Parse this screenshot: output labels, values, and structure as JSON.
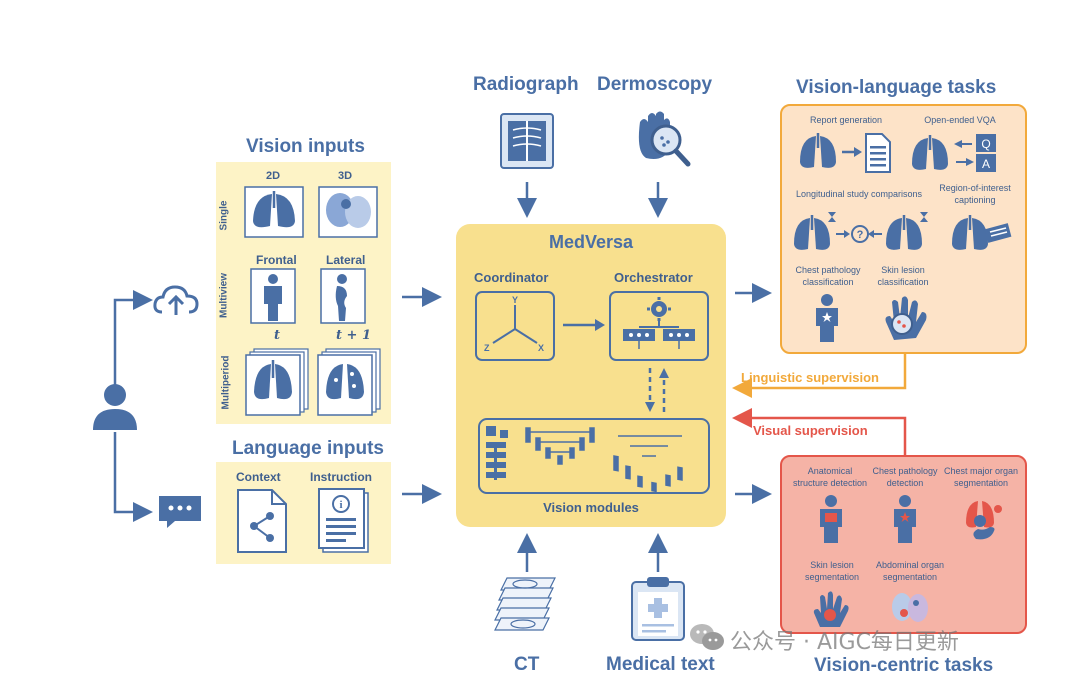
{
  "vision_inputs": {
    "title": "Vision inputs",
    "col_2d": "2D",
    "col_3d": "3D",
    "row_single": "Single",
    "row_multiview": "Multiview",
    "row_multiperiod": "Multiperiod",
    "frontal": "Frontal",
    "lateral": "Lateral",
    "t": "t",
    "t_plus_1": "t + 1"
  },
  "language_inputs": {
    "title": "Language inputs",
    "context": "Context",
    "instruction": "Instruction"
  },
  "top_modalities": {
    "radiograph": "Radiograph",
    "dermoscopy": "Dermoscopy"
  },
  "bottom_modalities": {
    "ct": "CT",
    "medical_text": "Medical text"
  },
  "medversa": {
    "title": "MedVersa",
    "coordinator": "Coordinator",
    "orchestrator": "Orchestrator",
    "vision_modules": "Vision modules",
    "axis_y": "Y",
    "axis_z": "Z",
    "axis_x": "X"
  },
  "vl_tasks": {
    "title": "Vision-language tasks",
    "report_generation": "Report generation",
    "open_vqa": "Open-ended VQA",
    "q": "Q",
    "a": "A",
    "longitudinal": "Longitudinal study comparisons",
    "roi_captioning": "Region-of-interest captioning",
    "chest_path_class": "Chest pathology classification",
    "skin_lesion_class": "Skin lesion classification"
  },
  "vc_tasks": {
    "title": "Vision-centric tasks",
    "anatomical": "Anatomical structure detection",
    "chest_path_det": "Chest pathology detection",
    "chest_organ_seg": "Chest major organ segmentation",
    "skin_lesion_seg": "Skin lesion segmentation",
    "abdominal_seg": "Abdominal organ segmentation"
  },
  "supervision": {
    "linguistic": "Linguistic supervision",
    "visual": "Visual supervision"
  },
  "watermark": "公众号 · AIGC每日更新",
  "colors": {
    "blue": "#4a6fa5",
    "dark_blue": "#3f5f8e",
    "panel_yellow": "#fdf3c6",
    "medversa_yellow": "#f8e08e",
    "orange": "#f2a93b",
    "orange_fill": "#fde3c8",
    "red": "#e4564a",
    "red_fill": "#f5b3a6"
  }
}
